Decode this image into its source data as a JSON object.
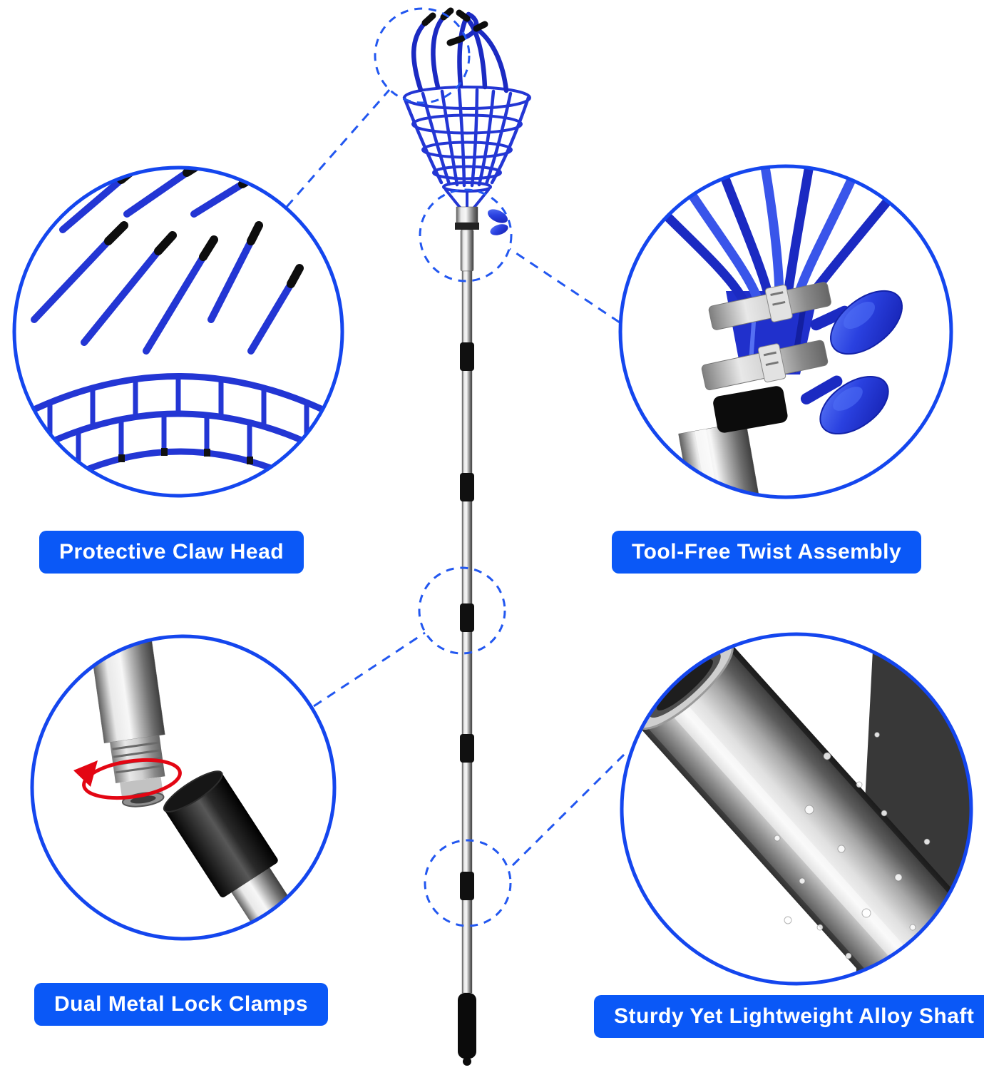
{
  "product": {
    "name": "fruit-picker-with-telescopic-pole",
    "parts": {
      "head": "claw-basket-head",
      "pole": "telescopic-alloy-pole",
      "grip": "bottom-grip"
    }
  },
  "callouts": [
    {
      "id": "claw-head",
      "label": "Protective Claw Head"
    },
    {
      "id": "twist-assembly",
      "label": "Tool-Free Twist Assembly"
    },
    {
      "id": "lock-clamps",
      "label": "Dual Metal Lock Clamps"
    },
    {
      "id": "alloy-shaft",
      "label": "Sturdy Yet Lightweight Alloy Shaft"
    }
  ],
  "colors": {
    "label_bg": "#0a58f7",
    "accent_blue": "#1446ee",
    "dashed_blue": "#2257f0",
    "wire_blue": "#2336d4",
    "arrow_red": "#e30613",
    "metal_silver": "#cfcfcf",
    "tube_black": "#0d0d0d"
  }
}
